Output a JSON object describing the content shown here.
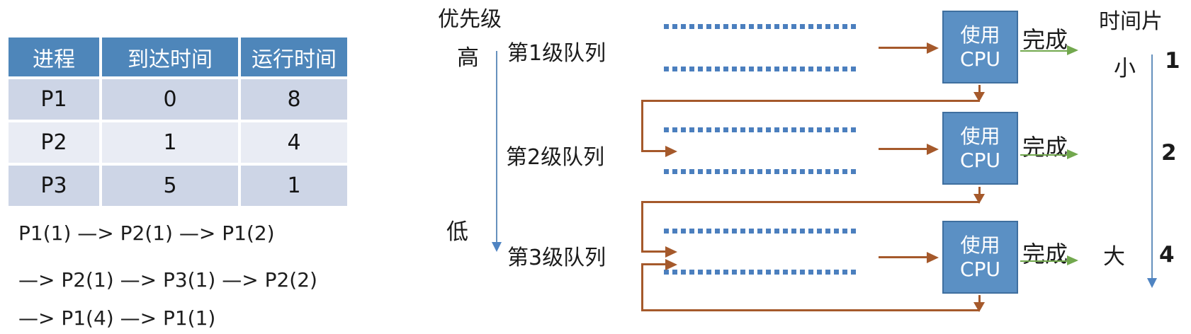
{
  "table": {
    "headers": [
      "进程",
      "到达时间",
      "运行时间"
    ],
    "rows": [
      [
        "P1",
        "0",
        "8"
      ],
      [
        "P2",
        "1",
        "4"
      ],
      [
        "P3",
        "5",
        "1"
      ]
    ]
  },
  "sequence": {
    "lines": [
      "P1(1) —> P2(1) —> P1(2)",
      "—> P2(1) —> P3(1) —> P2(2)",
      "—> P1(4) —> P1(1)"
    ]
  },
  "diagram": {
    "priority": {
      "title": "优先级",
      "high": "高",
      "low": "低"
    },
    "queues": [
      {
        "label": "第1级队列",
        "timeslice": "1"
      },
      {
        "label": "第2级队列",
        "timeslice": "2"
      },
      {
        "label": "第3级队列",
        "timeslice": "4"
      }
    ],
    "cpu_box": {
      "line1": "使用",
      "line2": "CPU"
    },
    "done_label": "完成",
    "timeslice": {
      "title": "时间片",
      "small": "小",
      "large": "大"
    }
  },
  "colors": {
    "table_header_bg": "#4e86ba",
    "row_alt_dark": "#cdd5e6",
    "row_alt_light": "#e9ecf4",
    "cpu_fill": "#5b90c4",
    "cpu_border": "#3f6f9f",
    "queue_dots": "#4b7fbe",
    "flow_arrow": "#a5592b",
    "done_arrow": "#72a84e",
    "axis_arrow": "#4f84c2"
  }
}
